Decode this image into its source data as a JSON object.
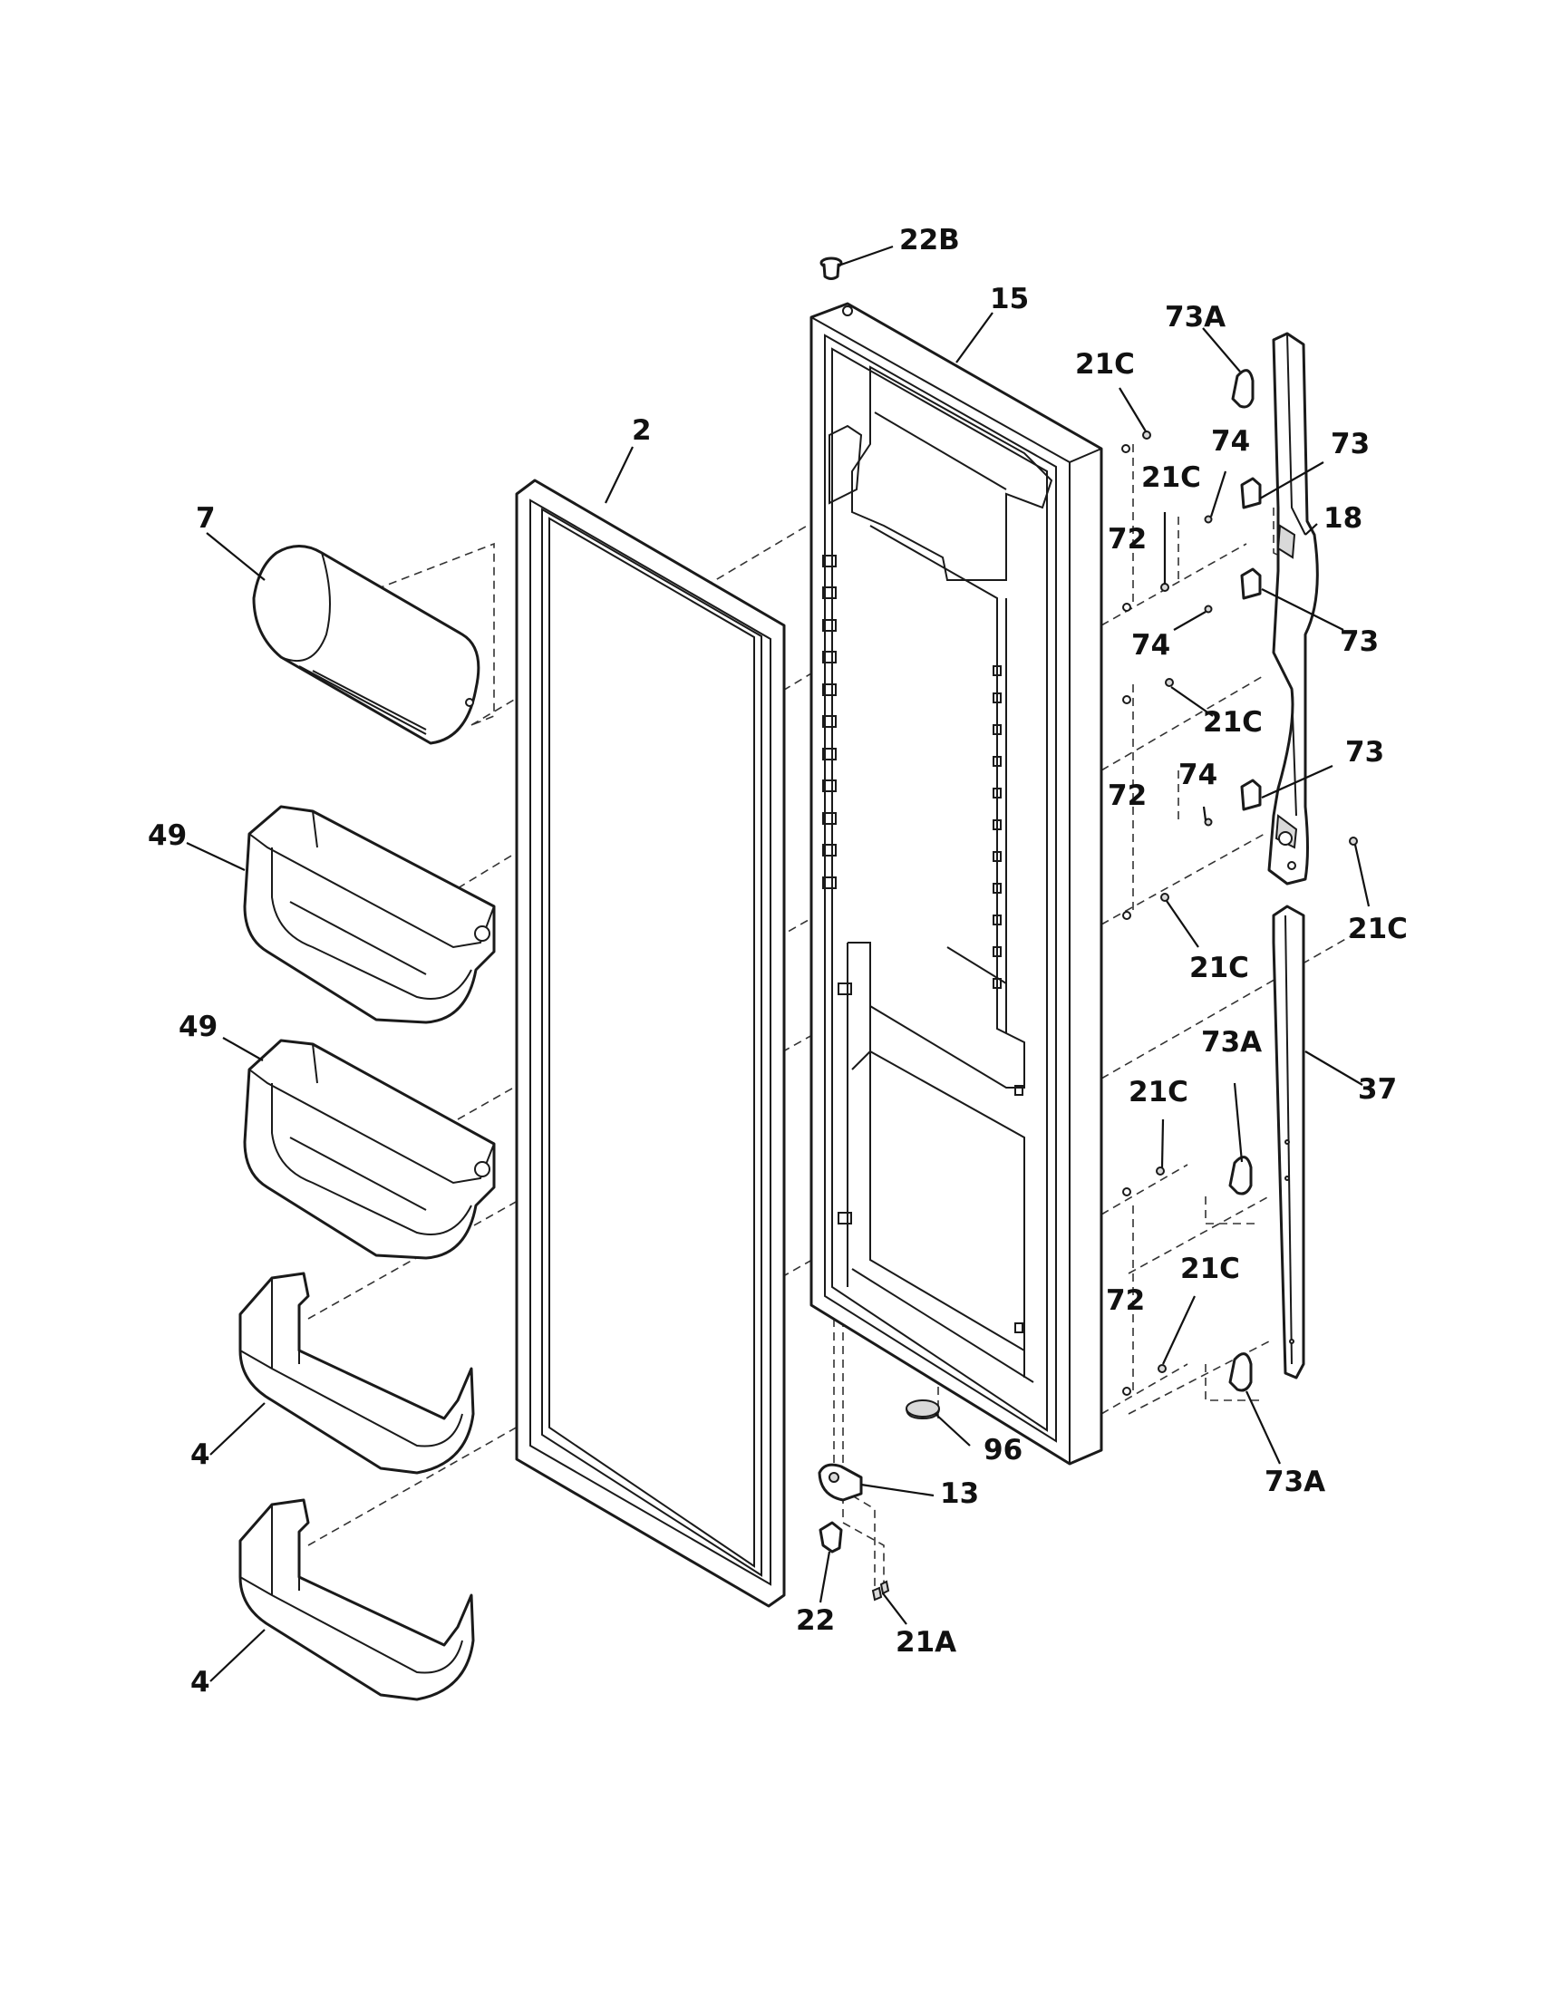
{
  "diagram": {
    "labels": {
      "l22B": "22B",
      "l15": "15",
      "l73A_top": "73A",
      "l21C_1": "21C",
      "l2": "2",
      "l74_1": "74",
      "l73_1": "73",
      "l7": "7",
      "l21C_2": "21C",
      "l18": "18",
      "l72_1": "72",
      "l74_2": "74",
      "l73_2": "73",
      "l21C_3": "21C",
      "l74_3": "74",
      "l73_3": "73",
      "l72_2": "72",
      "l49_1": "49",
      "l21C_4": "21C",
      "l21C_5": "21C",
      "l73A_mid": "73A",
      "l49_2": "49",
      "l37": "37",
      "l21C_6": "21C",
      "l21C_7": "21C",
      "l72_3": "72",
      "l4_1": "4",
      "l96": "96",
      "l73A_bot": "73A",
      "l13": "13",
      "l22": "22",
      "l21A": "21A",
      "l4_2": "4"
    }
  }
}
